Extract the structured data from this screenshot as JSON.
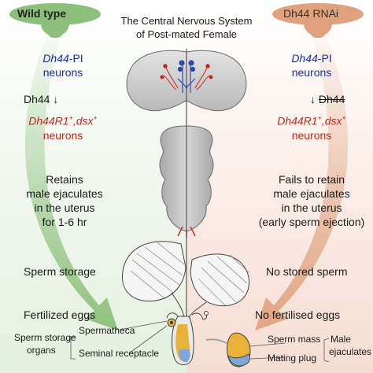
{
  "title": {
    "line1": "The Central Nervous System",
    "line2": "of Post-mated Female"
  },
  "left": {
    "header": "Wild type",
    "neurons_1_gene": "Dh44",
    "neurons_1_suffix": "-PI",
    "neurons_1_word": "neurons",
    "hormone": "Dh44 ↓",
    "neurons_2_gene": "Dh44R1",
    "neurons_2_sup1": "+",
    "neurons_2_mid": ",dsx",
    "neurons_2_sup2": "+",
    "neurons_2_word": "neurons",
    "outcome_lines": [
      "Retains",
      "male ejaculates",
      "in the uterus",
      "for 1-6 hr"
    ],
    "storage": "Sperm storage",
    "eggs": "Fertilized eggs",
    "organs_label_1": "Sperm storage",
    "organs_label_2": "organs",
    "organ_a": "Spermatheca",
    "organ_b": "Seminal receptacle"
  },
  "right": {
    "header": "Dh44 RNAi",
    "neurons_1_gene": "Dh44",
    "neurons_1_suffix": "-PI",
    "neurons_1_word": "neurons",
    "hormone_arrow": "↓",
    "hormone_text": "Dh44",
    "neurons_2_gene": "Dh44R1",
    "neurons_2_sup1": "+",
    "neurons_2_mid": ",dsx",
    "neurons_2_sup2": "+",
    "neurons_2_word": "neurons",
    "outcome_lines": [
      "Fails to retain",
      "male ejaculates",
      "in the uterus",
      "(early sperm ejection)"
    ],
    "storage": "No stored sperm",
    "eggs": "No fertilised eggs",
    "part_a": "Sperm mass",
    "part_b": "Mating plug",
    "group_1": "Male",
    "group_2": "ejaculates"
  },
  "colors": {
    "wild_type": "#8cc07a",
    "rnai": "#e0a27e",
    "blue_text": "#1a2fa0",
    "red_text": "#c8261a",
    "sperm_mass": "#e8b23a",
    "mating_plug": "#7fa6d8"
  }
}
